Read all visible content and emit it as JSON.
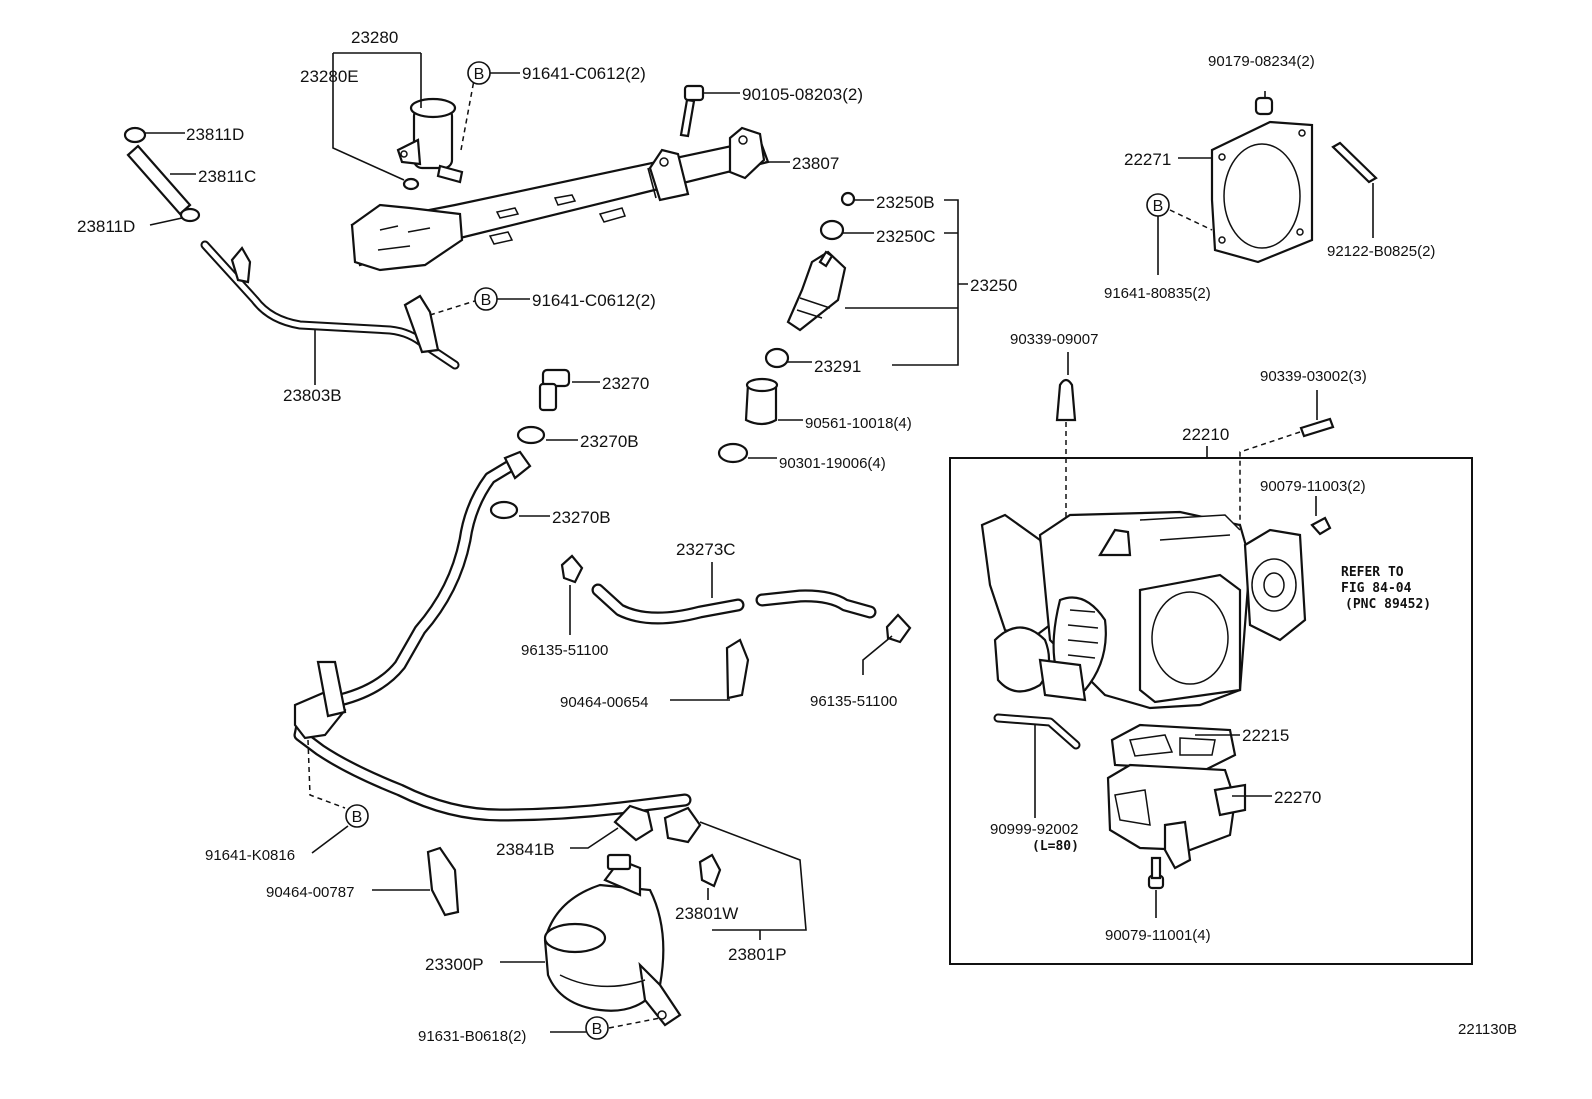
{
  "callout_letter": "B",
  "labels": {
    "p23280": "23280",
    "p23280E": "23280E",
    "p91641_C0612_top": "91641-C0612(2)",
    "p90105_08203": "90105-08203(2)",
    "p23811D_top": "23811D",
    "p23811C": "23811C",
    "p23811D_bottom": "23811D",
    "p23807": "23807",
    "p23250B": "23250B",
    "p23250C": "23250C",
    "p23250": "23250",
    "p91641_C0612_mid": "91641-C0612(2)",
    "p23803B": "23803B",
    "p23291": "23291",
    "p23270": "23270",
    "p90561_10018": "90561-10018(4)",
    "p23270B_a": "23270B",
    "p90301_19006": "90301-19006(4)",
    "p23270B_b": "23270B",
    "p23273C": "23273C",
    "p96135_51100_left": "96135-51100",
    "p90464_00654": "90464-00654",
    "p96135_51100_right": "96135-51100",
    "p91641_K0816": "91641-K0816",
    "p23841B": "23841B",
    "p90464_00787": "90464-00787",
    "p23801W": "23801W",
    "p23801P": "23801P",
    "p23300P": "23300P",
    "p91631_B0618": "91631-B0618(2)",
    "p90179_08234": "90179-08234(2)",
    "p22271": "22271",
    "p92122_B0825": "92122-B0825(2)",
    "p91641_80835": "91641-80835(2)",
    "p90339_09007": "90339-09007",
    "p90339_03002": "90339-03002(3)",
    "p22210": "22210",
    "p90079_11003": "90079-11003(2)",
    "refer_line1": "REFER TO",
    "refer_line2": "FIG 84-04",
    "refer_line3": "(PNC 89452)",
    "p22215": "22215",
    "p22270": "22270",
    "p90999_92002": "90999-92002",
    "p90999_len": "(L=80)",
    "p90079_11001": "90079-11001(4)",
    "drawing_number": "221130B"
  }
}
